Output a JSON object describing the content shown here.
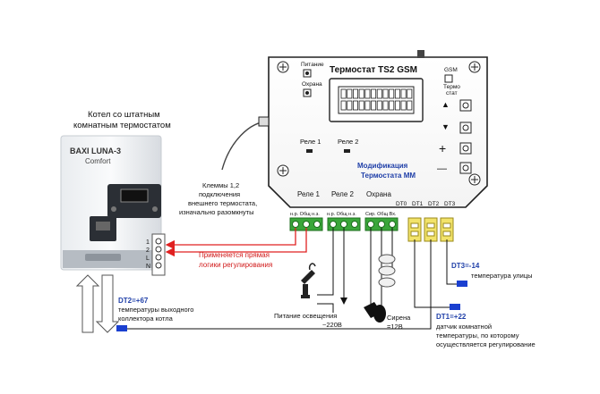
{
  "boiler": {
    "caption_line1": "Котел со штатным",
    "caption_line2": "комнатным термостатом",
    "brand_line1": "BAXI LUNA-3",
    "brand_line2": "Comfort",
    "terminal_labels": [
      "1",
      "2",
      "L",
      "N"
    ]
  },
  "device": {
    "title": "Термостат TS2 GSM",
    "led_power": "Питание",
    "led_security": "Охрана",
    "led_gsm": "GSM",
    "led_thermostat_line1": "Термо",
    "led_thermostat_line2": "стат",
    "relay1_led_label": "Реле 1",
    "relay2_led_label": "Реле 2",
    "modification_line1": "Модификация",
    "modification_line2": "Термостата  ММ",
    "btn_up": "▲",
    "btn_down": "▼",
    "btn_plus": "+",
    "btn_minus": "—",
    "bottom_relay1": "Реле 1",
    "bottom_relay2": "Реле 2",
    "bottom_security": "Охрана",
    "dt_labels": [
      "DT0",
      "DT1",
      "DT2",
      "DT3"
    ],
    "terminal_relay1": "н.р. Общ н.з.",
    "terminal_relay2": "н.р. Общ н.з.",
    "terminal_security": "Сир. Общ Вх."
  },
  "annotations": {
    "clamps_line1": "Клеммы 1,2",
    "clamps_line2": "подключения",
    "clamps_line3": "внешнего термостата,",
    "clamps_line4": "изначально разомкнуты",
    "direct_line1": "Применяется прямая",
    "direct_line2": "логики регулирования",
    "dt3_value": "DT3=-14",
    "dt3_desc": "температура улицы",
    "dt2_value": "DT2=+67",
    "dt2_desc_line1": "температуры выходного",
    "dt2_desc_line2": "коллектора котла",
    "lighting_line1": "Питание освещения",
    "lighting_line2": "~220В",
    "siren_line1": "Сирена",
    "siren_line2": "=12В",
    "dt1_value": "DT1=+22",
    "dt1_desc_line1": "датчик комнатной",
    "dt1_desc_line2": "температуры, по которому",
    "dt1_desc_line3": "осуществляется регулирование"
  },
  "colors": {
    "wire_red": "#e02020",
    "sensor_blue": "#1a3fd0",
    "terminal_green": "#3aa63a",
    "sensor_yellow": "#f2e36a",
    "annotation_blue": "#1f3fa8",
    "annotation_red": "#d01818"
  }
}
